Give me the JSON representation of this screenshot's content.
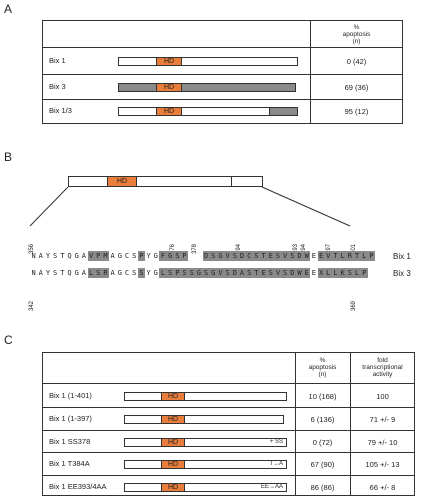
{
  "panels": {
    "a": "A",
    "b": "B",
    "c": "C"
  },
  "panelA": {
    "header": {
      "pct": "%",
      "apoptosis": "apoptosis",
      "n": "(n)"
    },
    "rows": [
      {
        "label": "Bix 1",
        "value": "0 (42)"
      },
      {
        "label": "Bix 3",
        "value": "69 (36)"
      },
      {
        "label": "Bix 1/3",
        "value": "95 (12)"
      }
    ],
    "hd_label": "HD"
  },
  "panelB": {
    "hd_label": "HD",
    "positions_top": [
      "356",
      "376",
      "378",
      "394",
      "393",
      "394",
      "397",
      "401"
    ],
    "positions_bottom": [
      "342",
      "369"
    ],
    "seq1_name": "Bix 1",
    "seq3_name": "Bix 3",
    "seq1": "NAYSTQGAVPMAGCSPYGFGSP  DSGVSDCSTESVSDWEEVTLRTLP",
    "seq3": "NAYSTQGALSRAGCSSYGLSPSSGSGVSDASTESVSDWEEXLLKSLP"
  },
  "panelC": {
    "header": {
      "pct": "%",
      "apoptosis": "apoptosis",
      "n": "(n)",
      "fold": "fold",
      "transcriptional": "transcriptional",
      "activity": "activity"
    },
    "rows": [
      {
        "label": "Bix 1 (1-401)",
        "apoptosis": "10 (168)",
        "activity": "100",
        "mutation": ""
      },
      {
        "label": "Bix 1 (1-397)",
        "apoptosis": "6 (136)",
        "activity": "71 +/- 9",
        "mutation": ""
      },
      {
        "label": "Bix 1 SS378",
        "apoptosis": "0 (72)",
        "activity": "79 +/- 10",
        "mutation": "+ SS"
      },
      {
        "label": "Bix 1 T384A",
        "apoptosis": "67 (90)",
        "activity": "105 +/- 13",
        "mutation": "T→A"
      },
      {
        "label": "Bix 1 EE393/4AA",
        "apoptosis": "86 (86)",
        "activity": "66 +/- 8",
        "mutation": "EE→AA"
      }
    ],
    "hd_label": "HD"
  },
  "colors": {
    "hd": "#e97d3b",
    "gray": "#8a8a8a"
  }
}
